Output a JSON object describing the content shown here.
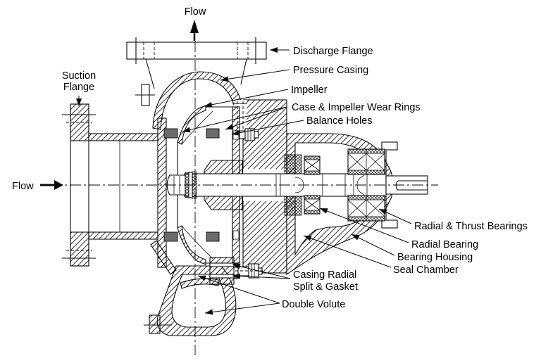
{
  "colors": {
    "line": "#0a0a0a",
    "background": "#ffffff",
    "wear_ring_fill": "#6b6b6b"
  },
  "labels": {
    "flow_top": "Flow",
    "flow_left": "Flow",
    "suction_flange_line1": "Suction",
    "suction_flange_line2": "Flange",
    "discharge_flange": "Discharge Flange",
    "pressure_casing": "Pressure Casing",
    "impeller": "Impeller",
    "wear_rings": "Case & Impeller Wear Rings",
    "balance_holes": "Balance Holes",
    "radial_thrust_bearings": "Radial & Thrust Bearings",
    "radial_bearing": "Radial Bearing",
    "bearing_housing": "Bearing Housing",
    "seal_chamber": "Seal Chamber",
    "casing_split_line1": "Casing Radial",
    "casing_split_line2": "Split & Gasket",
    "double_volute": "Double Volute"
  }
}
